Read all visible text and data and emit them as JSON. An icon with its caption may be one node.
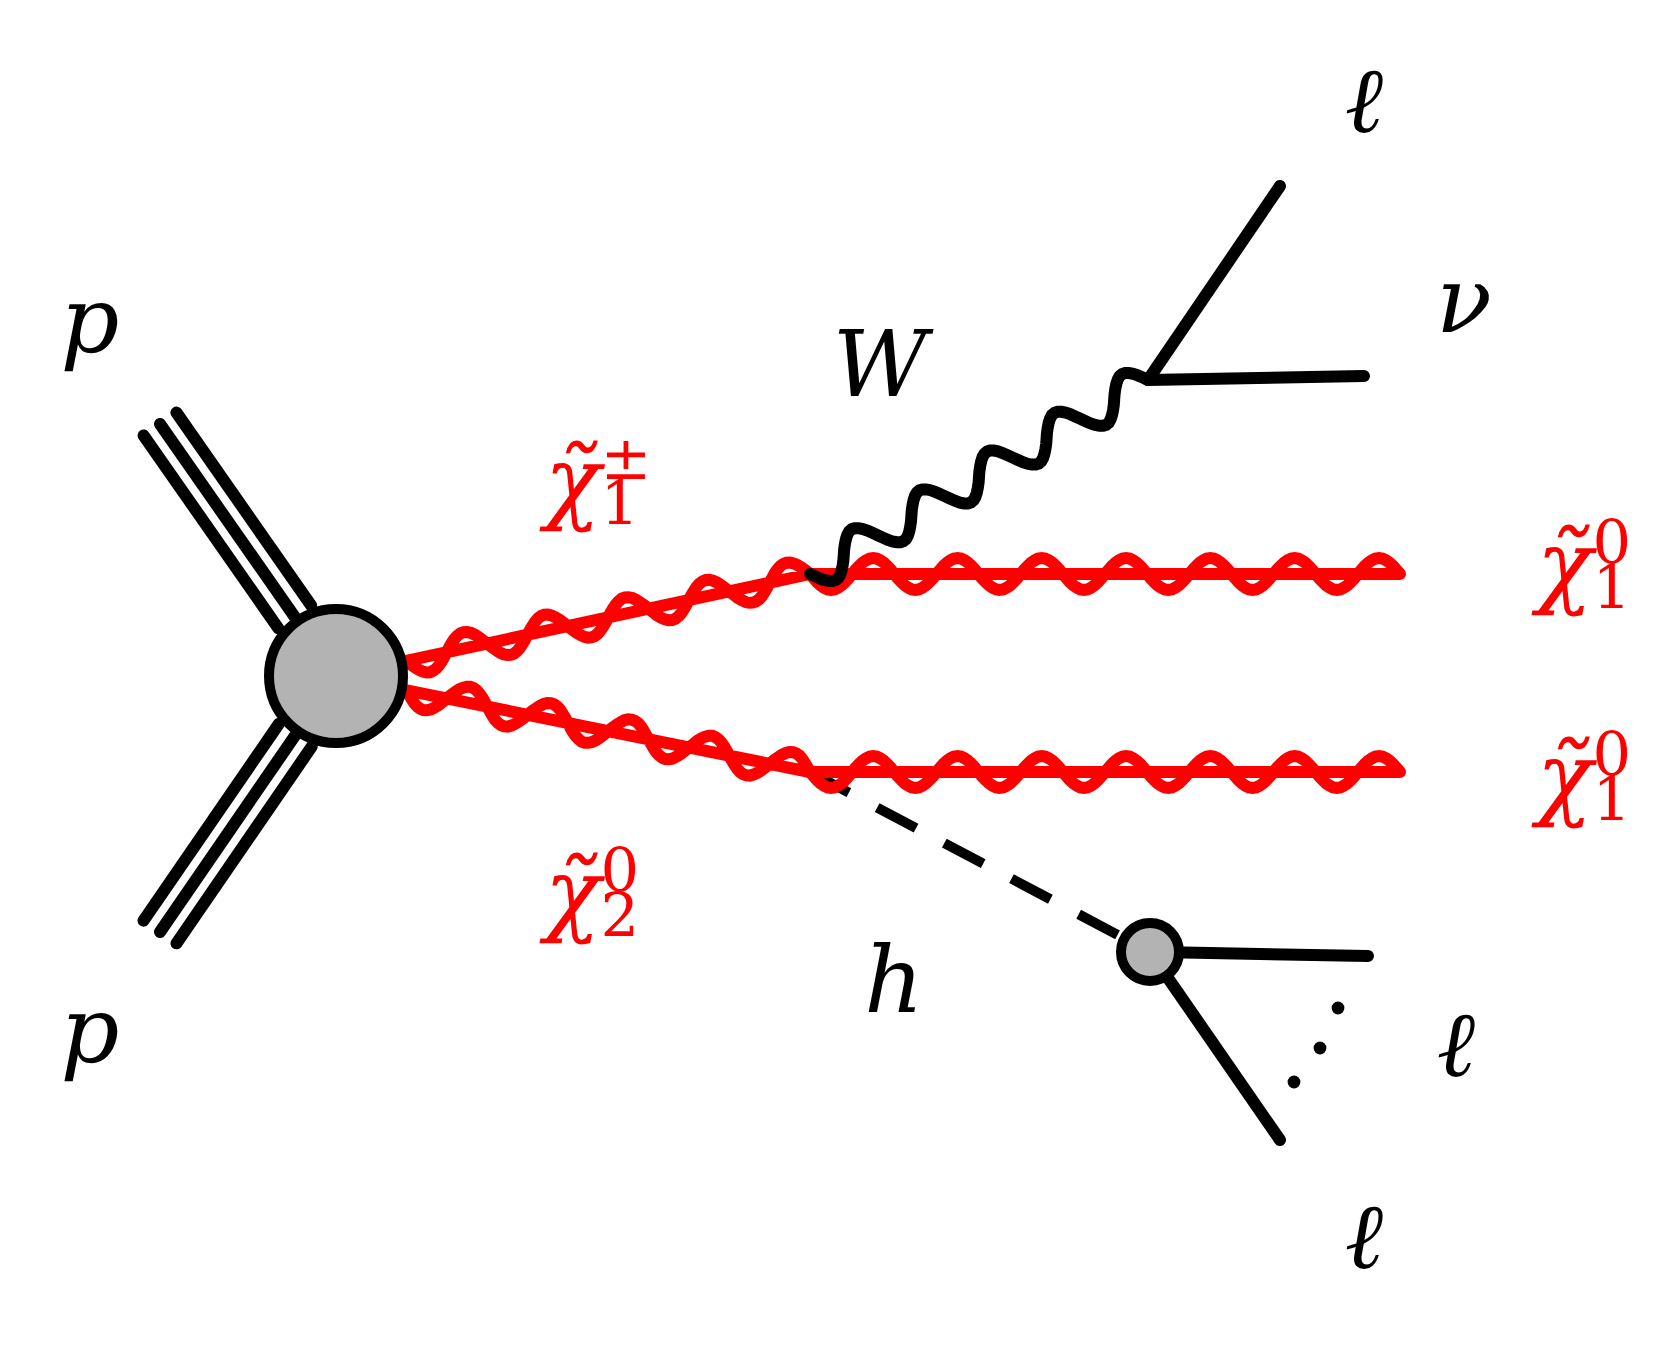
{
  "diagram": {
    "nodes": [
      {
        "text": [],
        "shape": "circle"
      },
      {
        "text": [],
        "shape": "circle"
      }
    ],
    "edges": [
      {
        "from": null,
        "to": 0,
        "arrow": "none"
      },
      {
        "from": null,
        "to": 0,
        "arrow": "none"
      },
      {
        "from": 0,
        "to": null,
        "arrow": "none",
        "color": "#ff0000"
      },
      {
        "from": 0,
        "to": null,
        "arrow": "none",
        "color": "#ff0000"
      },
      {
        "from": null,
        "to": 1,
        "arrow": "none",
        "style": "dashed"
      },
      {
        "from": 1,
        "to": null,
        "arrow": "none"
      },
      {
        "from": 1,
        "to": null,
        "arrow": "none"
      }
    ],
    "labels": [
      "ℓ",
      "ν",
      "p",
      "W",
      "χ̃$^{±}$$_{1}$",
      "χ̃$^{0}$$_{1}$",
      "χ̃$^{0}$$_{1}$",
      "χ̃$^{0}$$_{2}$",
      "h",
      "ℓ",
      "p",
      "ℓ"
    ]
  }
}
